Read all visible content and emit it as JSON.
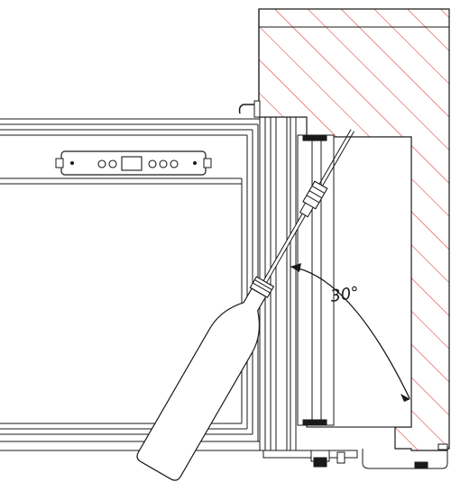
{
  "drawing": {
    "angle_label": "30°",
    "colors": {
      "line": "#1a1a1a",
      "hatch": "#e03030",
      "background": "#ffffff"
    },
    "panel_icons": [
      "circle",
      "circle",
      "display-rectangle",
      "circle",
      "circle",
      "circle"
    ]
  }
}
